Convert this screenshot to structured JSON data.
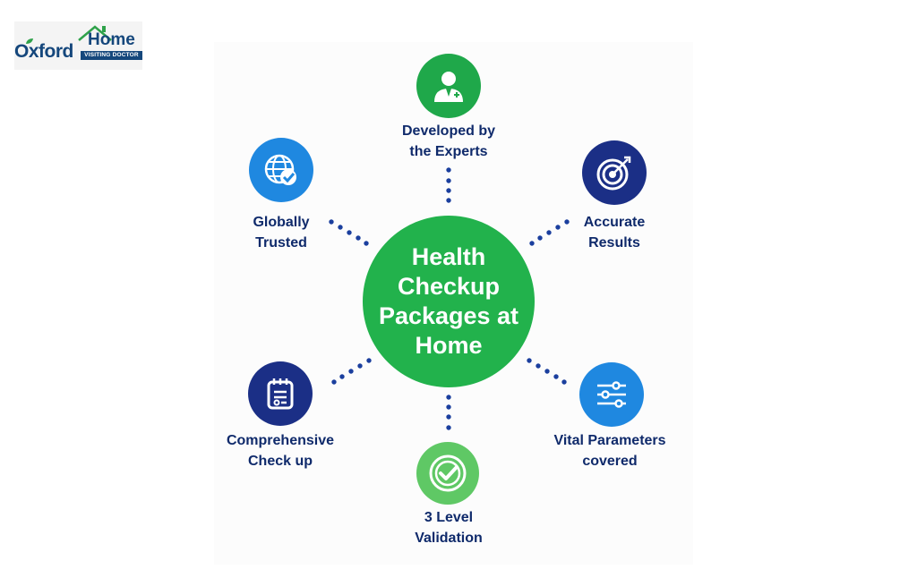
{
  "logo": {
    "word1": "Oxford",
    "word2": "Home",
    "tagline": "VISITING DOCTOR"
  },
  "center": {
    "title": "Health Checkup Packages at Home"
  },
  "nodes": {
    "experts": {
      "line1": "Developed by",
      "line2": "the Experts",
      "icon": "doctor-icon",
      "color": "#1fa84a"
    },
    "global": {
      "line1": "Globally",
      "line2": "Trusted",
      "icon": "globe-check-icon",
      "color": "#1f88e0"
    },
    "accurate": {
      "line1": "Accurate",
      "line2": "Results",
      "icon": "target-icon",
      "color": "#1b2f86"
    },
    "comprehensive": {
      "line1": "Comprehensive",
      "line2": "Check up",
      "icon": "clipboard-icon",
      "color": "#1b2f86"
    },
    "vital": {
      "line1": "Vital Parameters",
      "line2": "covered",
      "icon": "sliders-icon",
      "color": "#1f88e0"
    },
    "validation": {
      "line1": "3 Level",
      "line2": "Validation",
      "icon": "check-badge-icon",
      "color": "#5fc865"
    }
  },
  "colors": {
    "label": "#0f2a6b",
    "dots": "#1b3f9e",
    "center": "#22b24c"
  }
}
